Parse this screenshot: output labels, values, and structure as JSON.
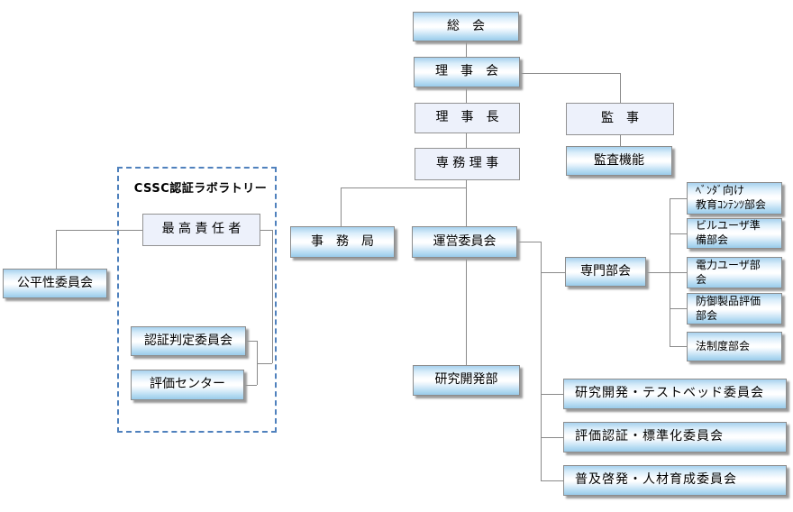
{
  "colors": {
    "box_gradient_top": "#a7d1ee",
    "box_gradient_bottom": "#99cbea",
    "flat_box_fill": "#edf1fb",
    "box_border": "#8c8c8c",
    "connector_line": "#8a8a8a",
    "group_dashed_border": "#4f81bd",
    "text": "#000000",
    "background": "#ffffff"
  },
  "nodes": {
    "soukai": "総　会",
    "rijikai": "理　事　会",
    "rijichou": "理　事　長",
    "senmu_riji": "専 務 理 事",
    "kanji": "監　事",
    "kansa_kinou": "監査機能",
    "jimukyoku": "事　務　局",
    "unei_iinkai": "運営委員会",
    "senmon_bukai": "専門部会",
    "kenkyuu_kaihatsu_bu": "研究開発部",
    "vendor_kyouiku_bukai": "ﾍﾞﾝﾀﾞ向け\n教育ｺﾝﾃﾝﾂ部会",
    "bill_user_junbi_bukai": "ビルユーザ準\n備部会",
    "denryoku_user_bukai": "電力ユーザ部\n会",
    "bougyo_seihin_hyouka_bukai": "防御製品評価\n部会",
    "houseido_bukai": "法制度部会",
    "kenkyuu_testbed_iinkai": "研究開発・テストベッド委員会",
    "hyouka_ninshou_hyoujunka_iinkai": "評価認証・標準化委員会",
    "fukyuu_keihatsu_jinzai_iinkai": "普及啓発・人材育成委員会",
    "lab_group_title": "CSSC認証ラボラトリー",
    "saikou_sekininsha": "最 高 責 任 者",
    "kouheisei_iinkai": "公平性委員会",
    "ninshou_hantei_iinkai": "認証判定委員会",
    "hyouka_center": "評価センター"
  }
}
